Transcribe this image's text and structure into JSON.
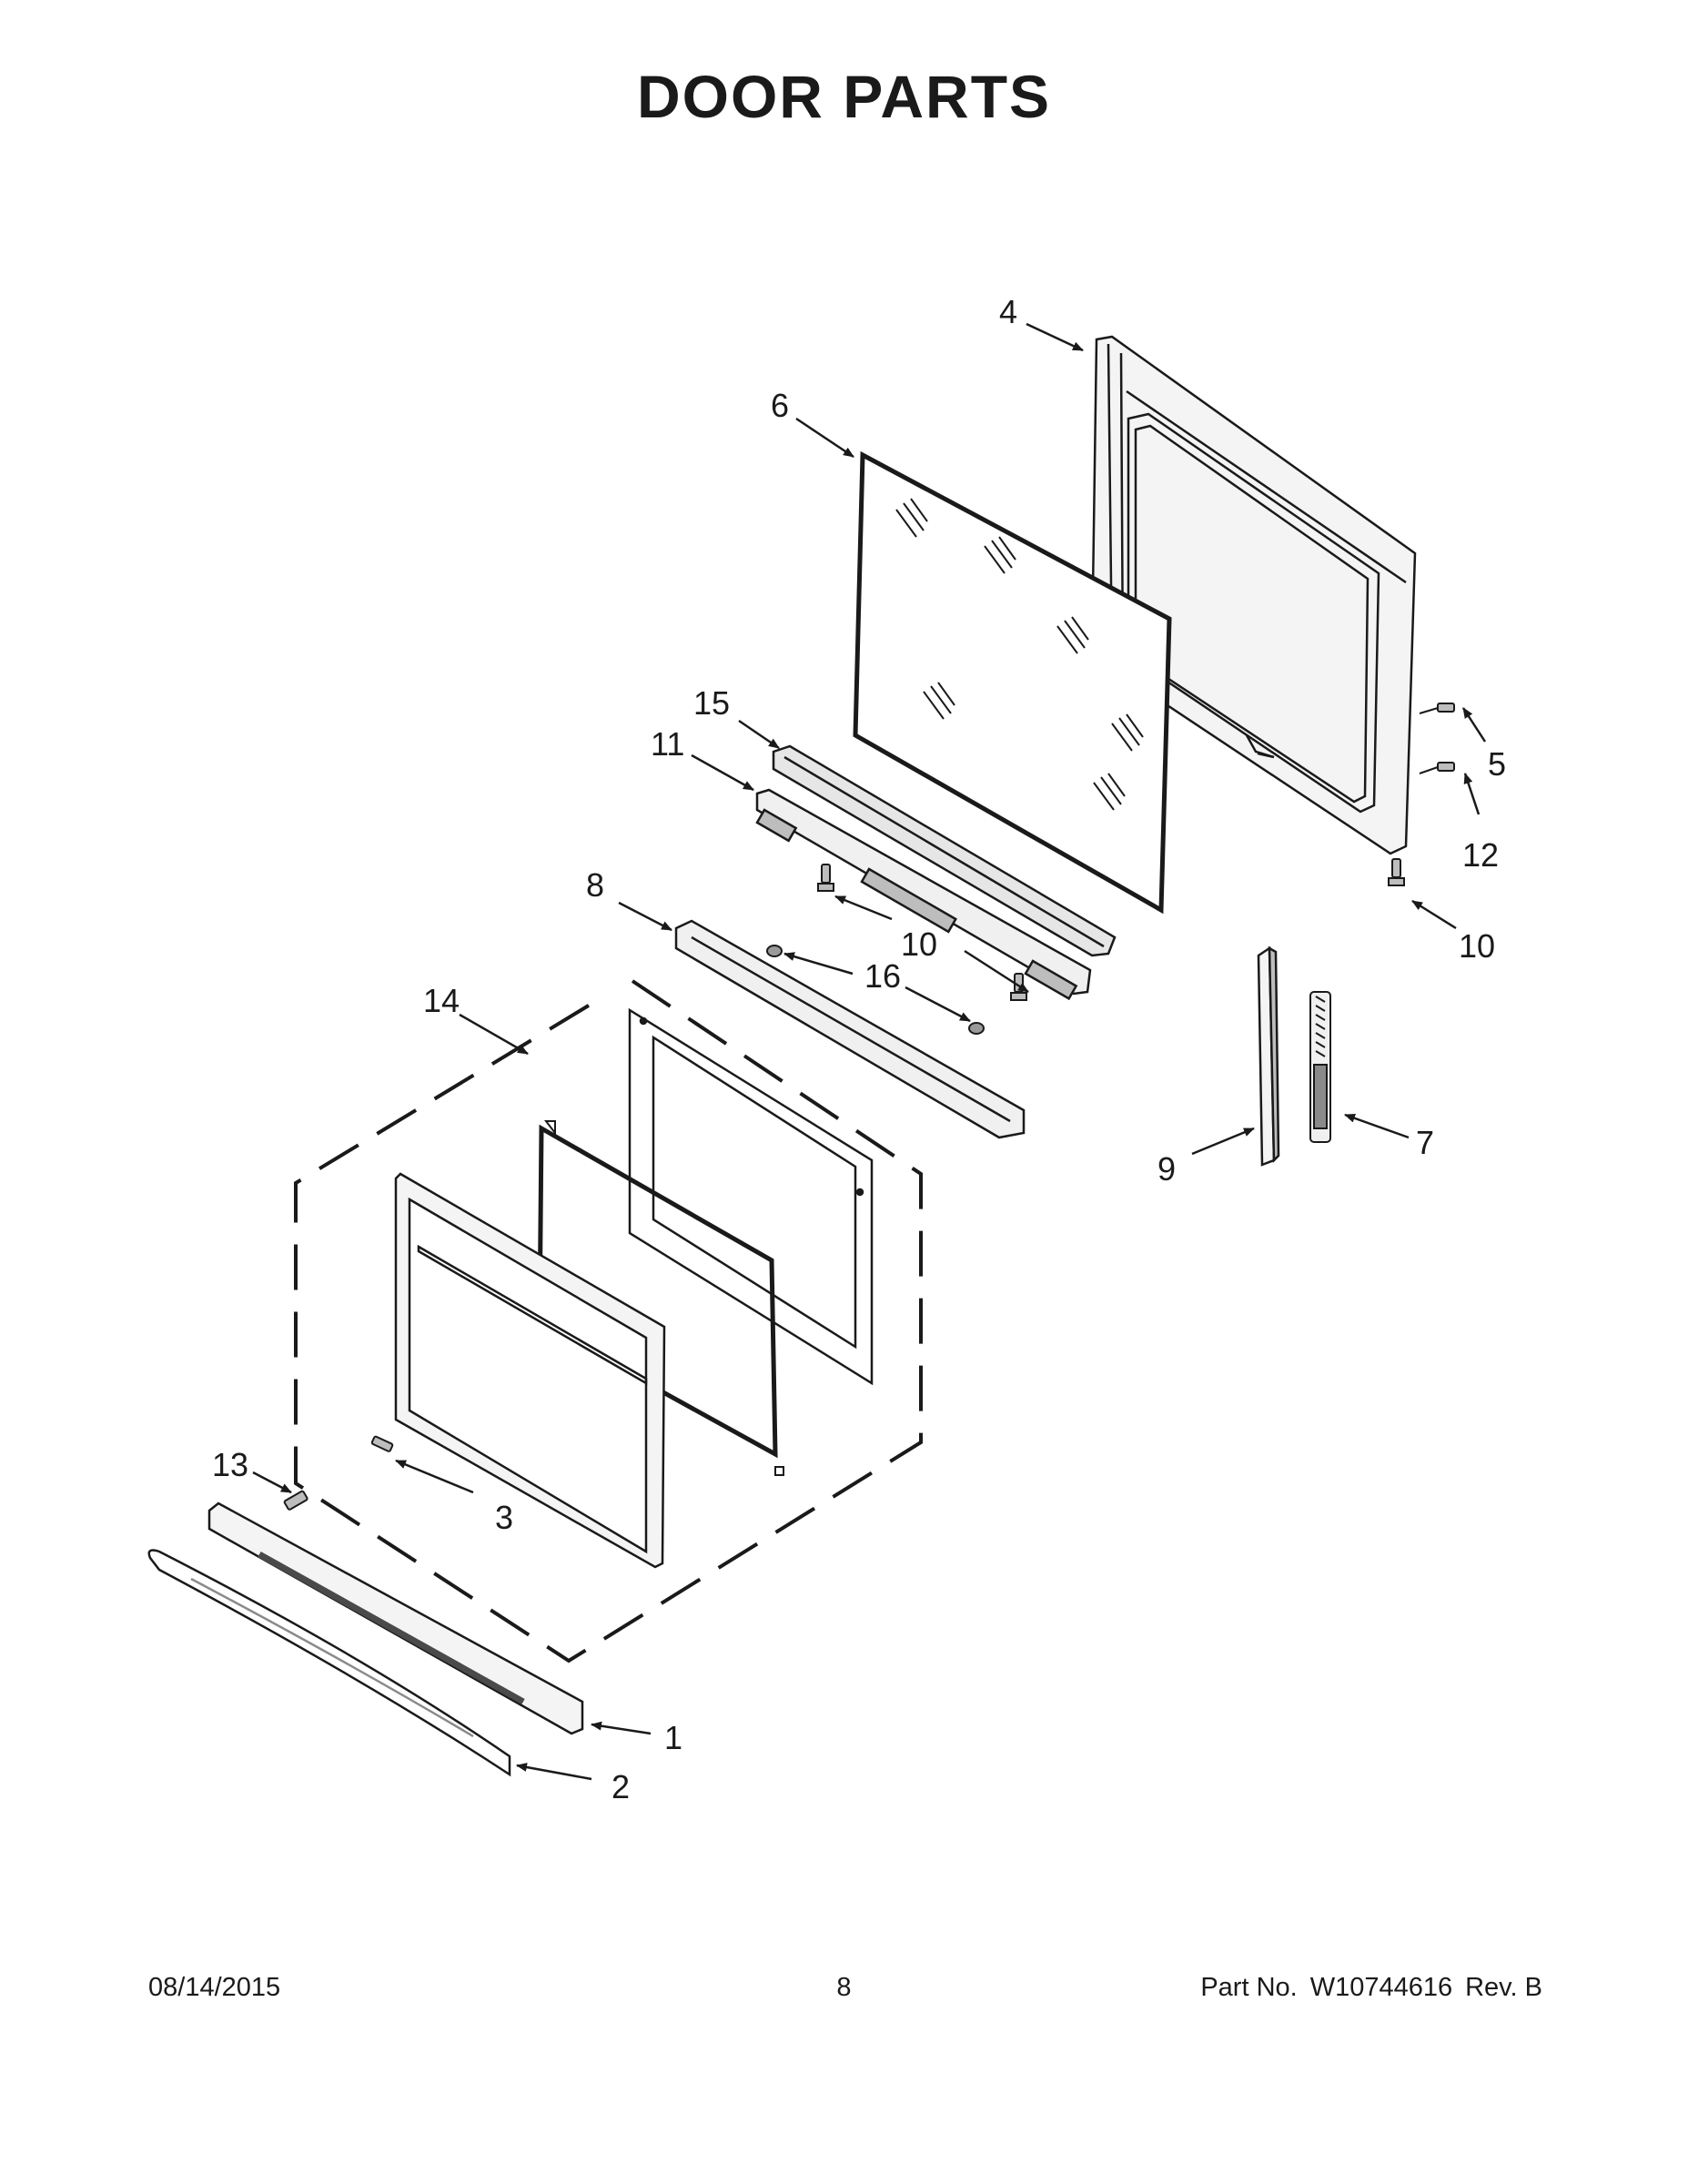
{
  "page": {
    "title": "DOOR PARTS",
    "footer": {
      "date": "08/14/2015",
      "page_number": "8",
      "part_label": "Part No.",
      "part_number": "W10744616",
      "revision": "Rev. B"
    }
  },
  "callouts": {
    "c1": "1",
    "c2": "2",
    "c3": "3",
    "c4": "4",
    "c5": "5",
    "c6": "6",
    "c7": "7",
    "c8": "8",
    "c9": "9",
    "c10a": "10",
    "c10b": "10",
    "c11": "11",
    "c12": "12",
    "c13": "13",
    "c14": "14",
    "c15": "15",
    "c16": "16"
  },
  "colors": {
    "line": "#1a1a1a",
    "shade": "#bdbdbd",
    "panel": "#f2f2f2"
  }
}
